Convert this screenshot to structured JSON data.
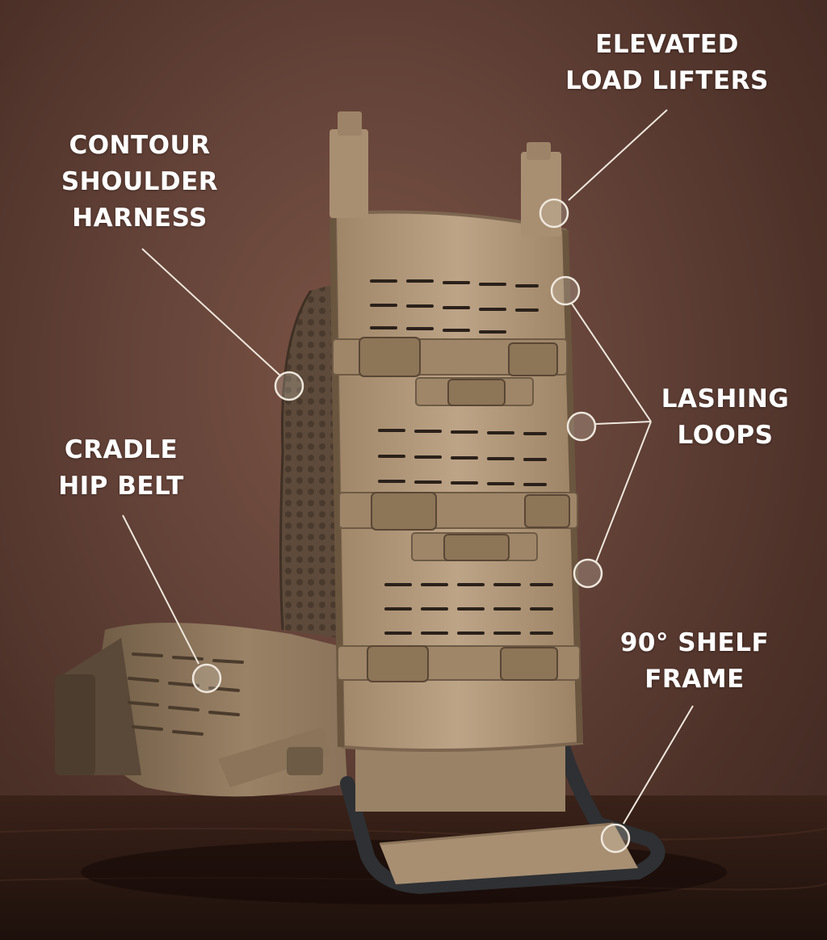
{
  "colors": {
    "wall": "#66443a",
    "floor": "#2a1812",
    "pack_fabric": "#b59c7e",
    "frame_metal": "#2e3033",
    "label_text": "#ffffff",
    "callout": "#efe7dc"
  },
  "callouts": [
    {
      "id": "elevated-load-lifters",
      "lines": [
        "ELEVATED",
        "LOAD LIFTERS"
      ]
    },
    {
      "id": "contour-shoulder-harness",
      "lines": [
        "CONTOUR",
        "SHOULDER",
        "HARNESS"
      ]
    },
    {
      "id": "lashing-loops",
      "lines": [
        "LASHING",
        "LOOPS"
      ]
    },
    {
      "id": "cradle-hip-belt",
      "lines": [
        "CRADLE",
        "HIP BELT"
      ]
    },
    {
      "id": "shelf-frame",
      "lines": [
        "90° SHELF",
        "FRAME"
      ]
    }
  ]
}
